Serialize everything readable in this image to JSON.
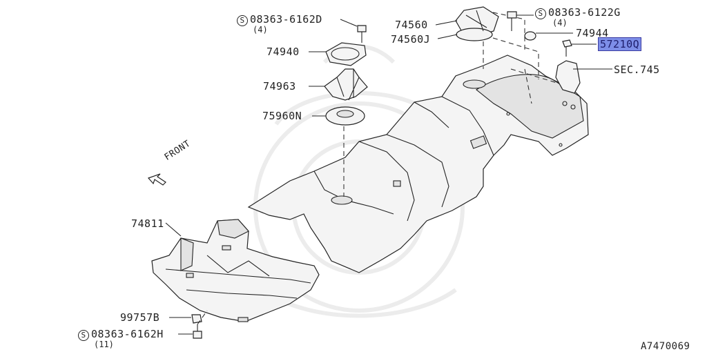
{
  "diagram": {
    "figure_code": "A7470069",
    "front_label": "FRONT",
    "parts": [
      {
        "id": "bolt_6162d",
        "number": "08363-6162D",
        "qty": "(4)",
        "has_s_prefix": true
      },
      {
        "id": "p74940",
        "number": "74940"
      },
      {
        "id": "p74963",
        "number": "74963"
      },
      {
        "id": "p75960n",
        "number": "75960N"
      },
      {
        "id": "p74560",
        "number": "74560"
      },
      {
        "id": "p74560j",
        "number": "74560J"
      },
      {
        "id": "bolt_6122g",
        "number": "08363-6122G",
        "qty": "(4)",
        "has_s_prefix": true
      },
      {
        "id": "p74944",
        "number": "74944"
      },
      {
        "id": "p57210q",
        "number": "57210Q",
        "highlighted": true
      },
      {
        "id": "sec745",
        "number": "SEC.745"
      },
      {
        "id": "p74811",
        "number": "74811"
      },
      {
        "id": "p99757b",
        "number": "99757B"
      },
      {
        "id": "bolt_6162h",
        "number": "08363-6162H",
        "qty": "(11)",
        "has_s_prefix": true
      }
    ],
    "s_symbol": "S",
    "colors": {
      "line": "#222222",
      "highlight": "#7d8ee8",
      "watermark": "#ececec",
      "background": "#ffffff"
    }
  }
}
